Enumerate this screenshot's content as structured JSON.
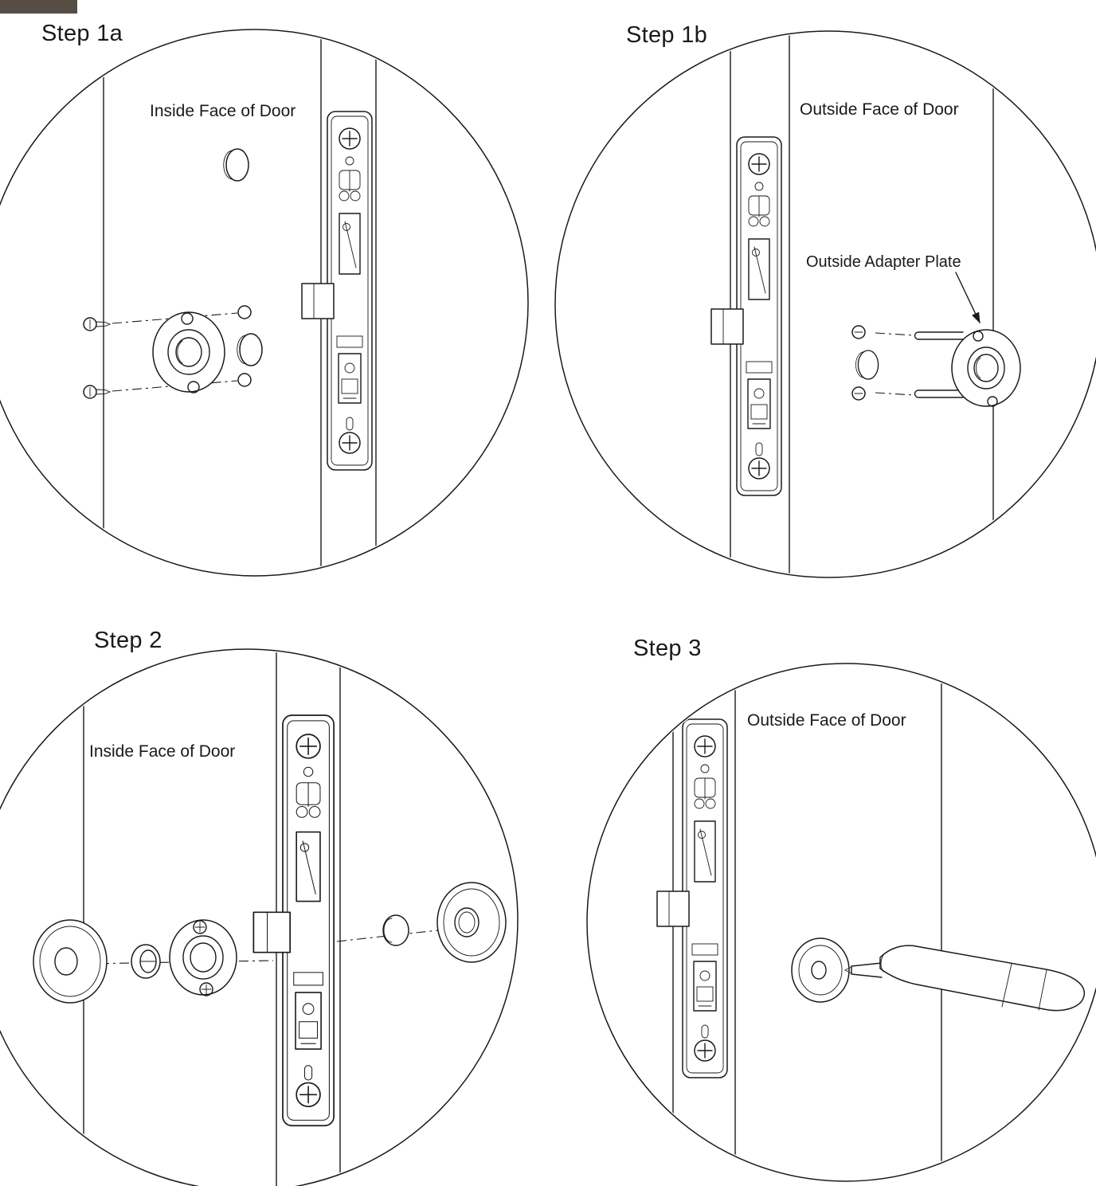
{
  "page": {
    "background_color": "#ffffff",
    "line_color": "#1a1a1a",
    "corner_tab_color": "#564e45"
  },
  "steps": [
    {
      "title": "Step 1a",
      "door_label": "Inside Face of Door"
    },
    {
      "title": "Step 1b",
      "door_label": "Outside Face of Door",
      "callout_label": "Outside Adapter Plate"
    },
    {
      "title": "Step 2",
      "door_label": "Inside Face of Door"
    },
    {
      "title": "Step 3",
      "door_label": "Outside Face of Door"
    }
  ]
}
